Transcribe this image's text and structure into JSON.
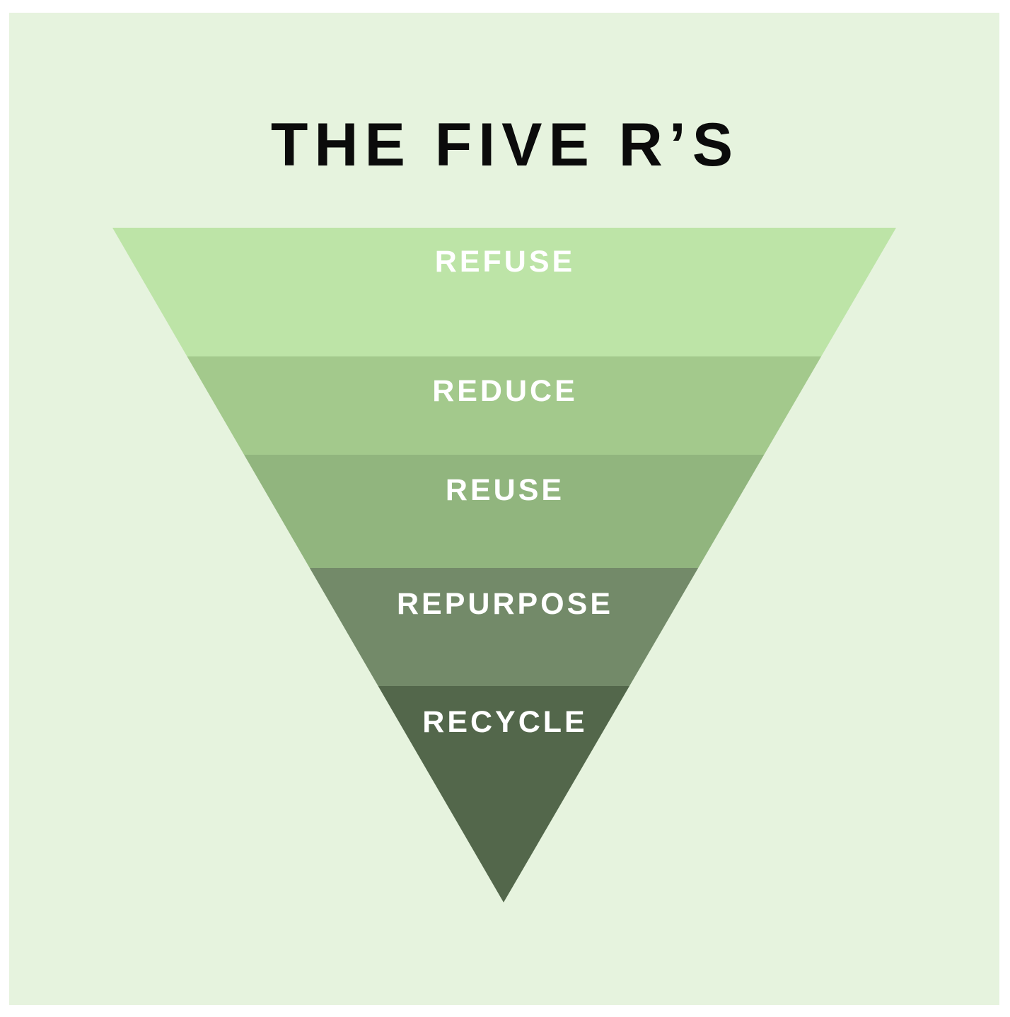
{
  "title": "THE FIVE R’S",
  "colors": {
    "background": "#e6f3de",
    "title": "#0b0b0b",
    "label": "#ffffff"
  },
  "levels": [
    {
      "label": "REFUSE",
      "color": "#bde4a7"
    },
    {
      "label": "REDUCE",
      "color": "#a3c98c"
    },
    {
      "label": "REUSE",
      "color": "#91b57e"
    },
    {
      "label": "REPURPOSE",
      "color": "#738a69"
    },
    {
      "label": "RECYCLE",
      "color": "#53674b"
    }
  ]
}
